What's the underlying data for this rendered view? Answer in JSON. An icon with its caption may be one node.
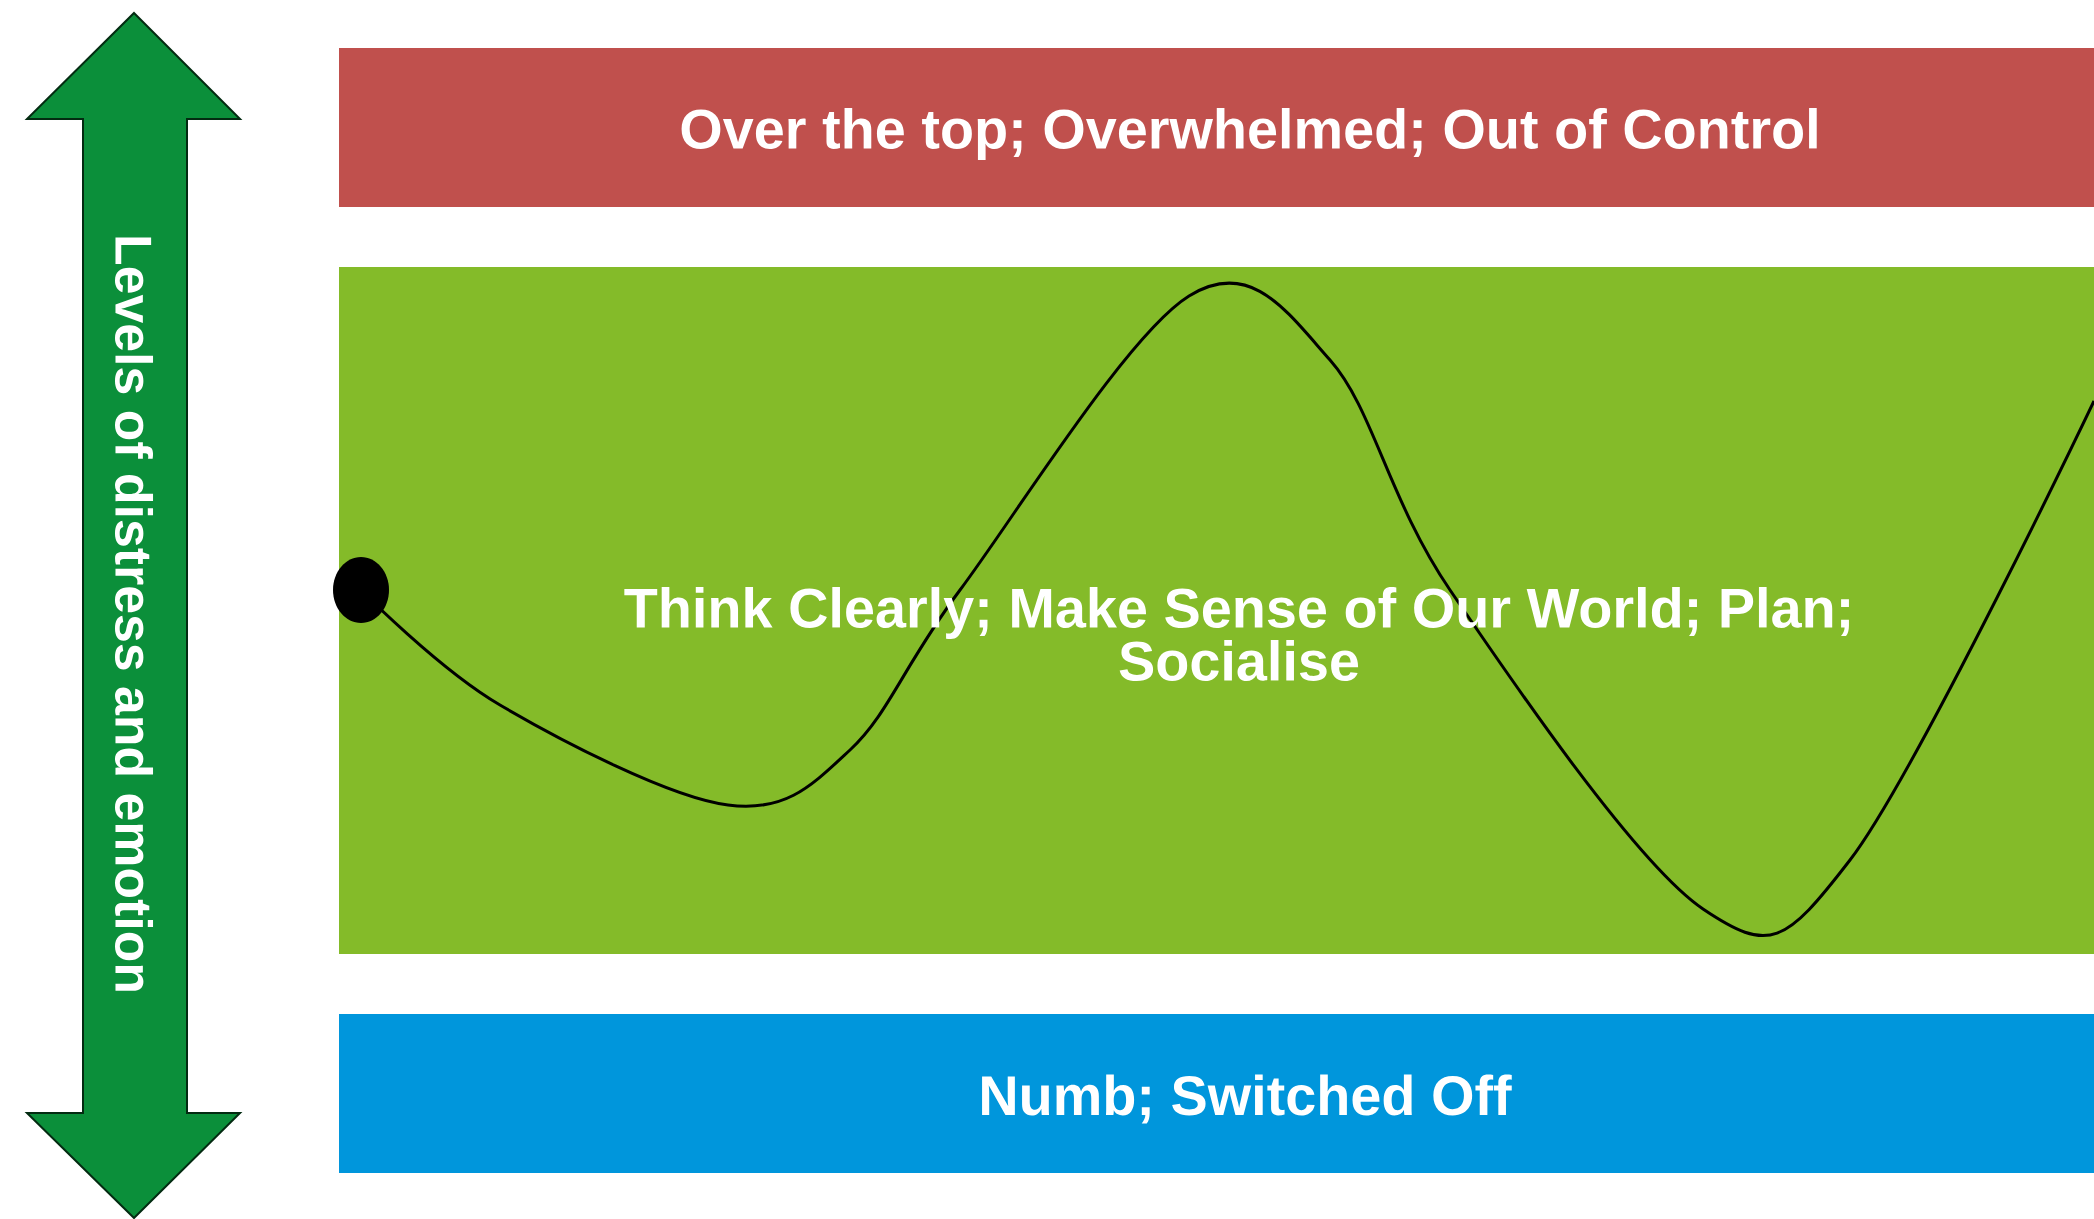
{
  "diagram": {
    "nodes": [
      {
        "text": [
          "Over the top; Overwhelmed; Out of Control"
        ]
      },
      {
        "text": [
          "Think Clearly; Make Sense of Our World; Plan; Socialise"
        ]
      },
      {
        "text": [
          "Numb; Switched Off"
        ]
      },
      {
        "text": [
          "Levels of distress and emotion"
        ]
      }
    ]
  }
}
